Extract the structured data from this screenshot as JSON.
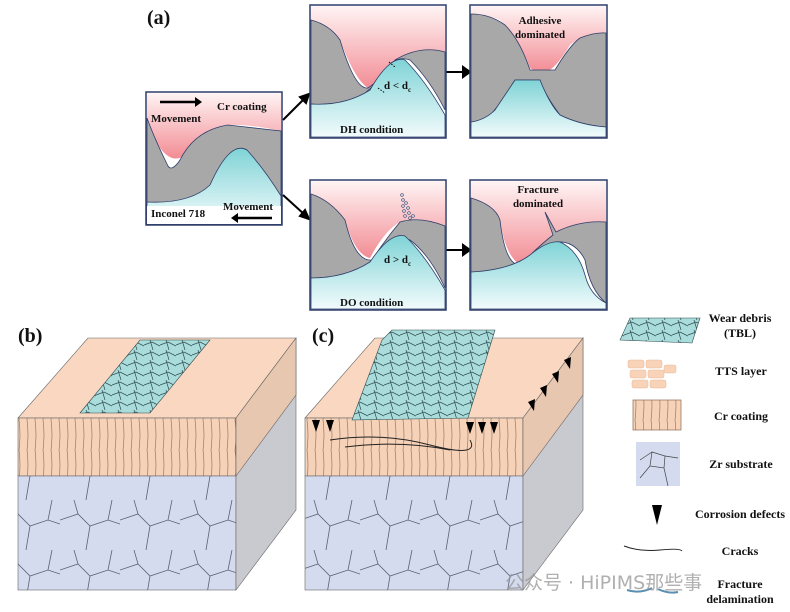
{
  "panel_a": {
    "label": "(a)",
    "initial": {
      "top_label": "Cr coating",
      "movement_top": "Movement",
      "bottom_label": "Inconel 718",
      "movement_bottom": "Movement"
    },
    "dh": {
      "condition": "DH condition",
      "relation": "d < d",
      "sub": "c"
    },
    "do": {
      "condition": "DO condition",
      "relation": "d > d",
      "sub": "c"
    },
    "adhesive": {
      "line1": "Adhesive",
      "line2": "dominated"
    },
    "fracture": {
      "line1": "Fracture",
      "line2": "dominated"
    }
  },
  "panel_b": {
    "label": "(b)"
  },
  "panel_c": {
    "label": "(c)"
  },
  "legend": [
    {
      "line1": "Wear debris",
      "line2": "(TBL)"
    },
    {
      "line1": "TTS layer"
    },
    {
      "line1": "Cr coating"
    },
    {
      "line1": "Zr substrate"
    },
    {
      "line1": "Corrosion defects"
    },
    {
      "line1": "Cracks"
    },
    {
      "line1": "Fracture",
      "line2": "delamination"
    }
  ],
  "watermark": "公众号 · HiPIMS那些事",
  "colors": {
    "pink": "#f7b9bd",
    "cyan": "#9fdde0",
    "gray": "#a8a8a8",
    "frame": "#2f3e6a",
    "tts": "#f9d3b8",
    "zr": "#d2d9ee"
  }
}
